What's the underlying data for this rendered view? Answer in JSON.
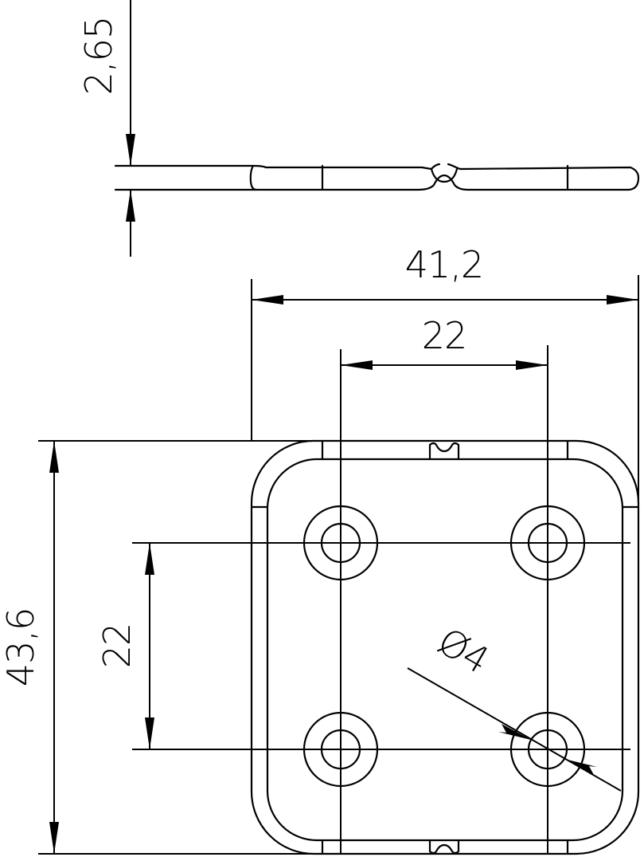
{
  "dimensions": {
    "thickness": "2,65",
    "overall_width": "41,2",
    "hole_spacing_horizontal": "22",
    "hole_spacing_vertical": "22",
    "overall_height": "43,6",
    "hole_diameter": "Ø4"
  }
}
